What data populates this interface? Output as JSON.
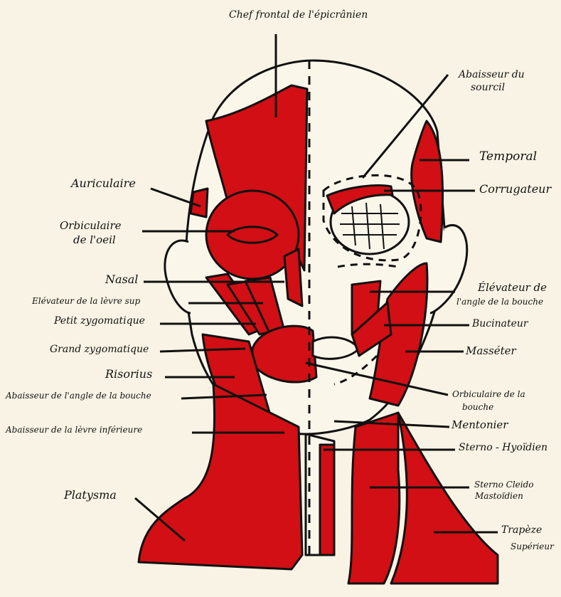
{
  "labels": {
    "chef_frontal": "Chef frontal de l'épicrânien",
    "abaisseur_sourcil_1": "Abaisseur du",
    "abaisseur_sourcil_2": "sourcil",
    "temporal": "Temporal",
    "corrugateur": "Corrugateur",
    "auriculaire": "Auriculaire",
    "orbiculaire_oeil_1": "Orbiculaire",
    "orbiculaire_oeil_2": "de l'oeil",
    "nasal": "Nasal",
    "elevateur_levre_sup": "Elévateur de la lèvre sup",
    "petit_zygomatique": "Petit zygomatique",
    "grand_zygomatique": "Grand zygomatique",
    "risorius": "Risorius",
    "abaisseur_angle_bouche": "Abaisseur de l'angle de la bouche",
    "abaisseur_levre_inf": "Abaisseur de la lèvre inférieure",
    "platysma": "Platysma",
    "elevateur_angle_bouche_1": "Élévateur de",
    "elevateur_angle_bouche_2": "l'angle de la bouche",
    "buccinateur": "Bucinateur",
    "masseter": "Masséter",
    "orbiculaire_bouche_1": "Orbiculaire de la",
    "orbiculaire_bouche_2": "bouche",
    "mentonier": "Mentonier",
    "sterno_hyoidien": "Sterno - Hyoïdien",
    "sterno_cleido_1": "Sterno Cleido",
    "sterno_cleido_2": "Mastoïdien",
    "trapeze_1": "Trapèze",
    "trapeze_2": "Supérieur"
  },
  "colors": {
    "background": "#f8f3e4",
    "muscle": "#d10f14",
    "outline": "#111111"
  }
}
